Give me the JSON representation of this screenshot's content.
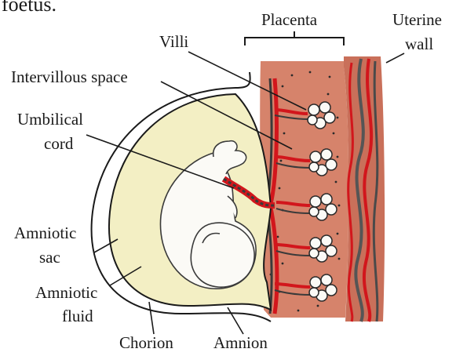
{
  "diagram": {
    "caption_fragment": "foetus.",
    "labels": {
      "placenta": "Placenta",
      "uterine_wall_line1": "Uterine",
      "uterine_wall_line2": "wall",
      "villi": "Villi",
      "intervillous_space": "Intervillous space",
      "umbilical_cord_line1": "Umbilical",
      "umbilical_cord_line2": "cord",
      "amniotic_sac_line1": "Amniotic",
      "amniotic_sac_line2": "sac",
      "amniotic_fluid_line1": "Amniotic",
      "amniotic_fluid_line2": "fluid",
      "chorion": "Chorion",
      "amnion": "Amnion"
    },
    "colors": {
      "placenta_tissue": "#d6836b",
      "blood_vessel_red": "#d2161c",
      "blood_vessel_dark": "#4a4a4a",
      "amniotic_fluid": "#f3efc4",
      "foetus": "#fbfaf6"
    }
  }
}
